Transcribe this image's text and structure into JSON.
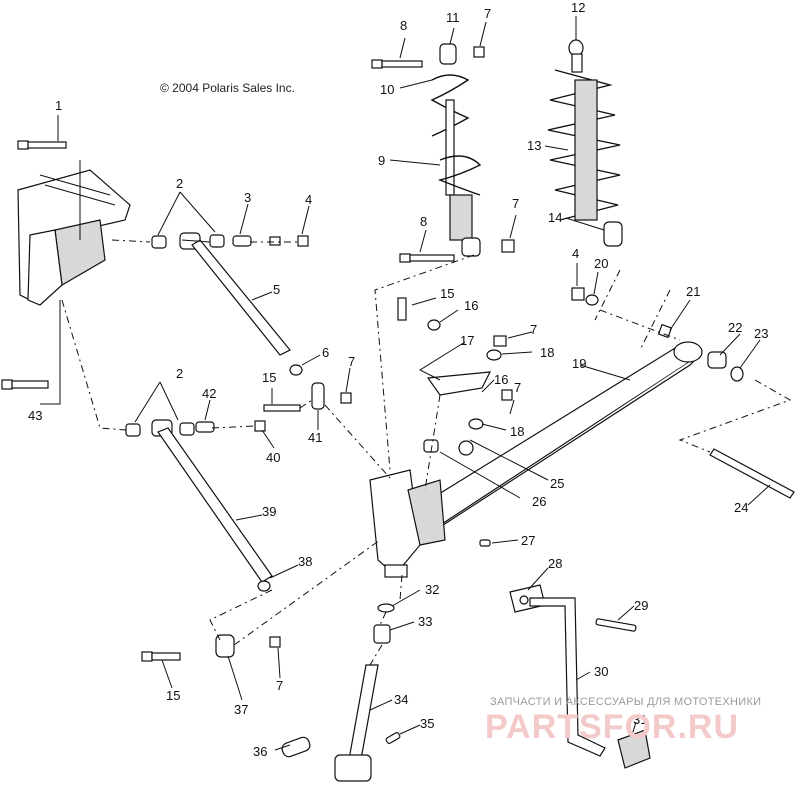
{
  "diagram": {
    "copyright": "© 2004 Polaris Sales Inc.",
    "callouts": [
      "1",
      "2",
      "3",
      "4",
      "5",
      "6",
      "7",
      "8",
      "9",
      "10",
      "11",
      "12",
      "13",
      "14",
      "15",
      "16",
      "17",
      "18",
      "19",
      "20",
      "21",
      "22",
      "23",
      "24",
      "25",
      "26",
      "27",
      "28",
      "29",
      "30",
      "31",
      "32",
      "33",
      "34",
      "35",
      "36",
      "37",
      "38",
      "39",
      "40",
      "41",
      "42",
      "43"
    ]
  },
  "watermark": {
    "subtitle": "ЗАПЧАСТИ И АКСЕССУАРЫ ДЛЯ МОТОТЕХНИКИ",
    "brand": "PARTSFOR.RU"
  }
}
